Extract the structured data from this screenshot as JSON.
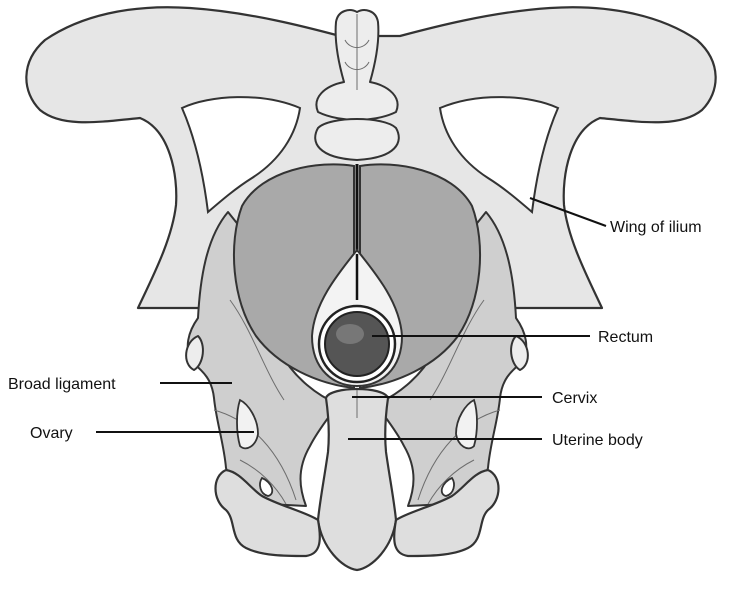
{
  "labels": {
    "wing_of_ilium": "Wing of ilium",
    "rectum": "Rectum",
    "broad_ligament": "Broad ligament",
    "cervix": "Cervix",
    "ovary": "Ovary",
    "uterine_body": "Uterine body"
  }
}
